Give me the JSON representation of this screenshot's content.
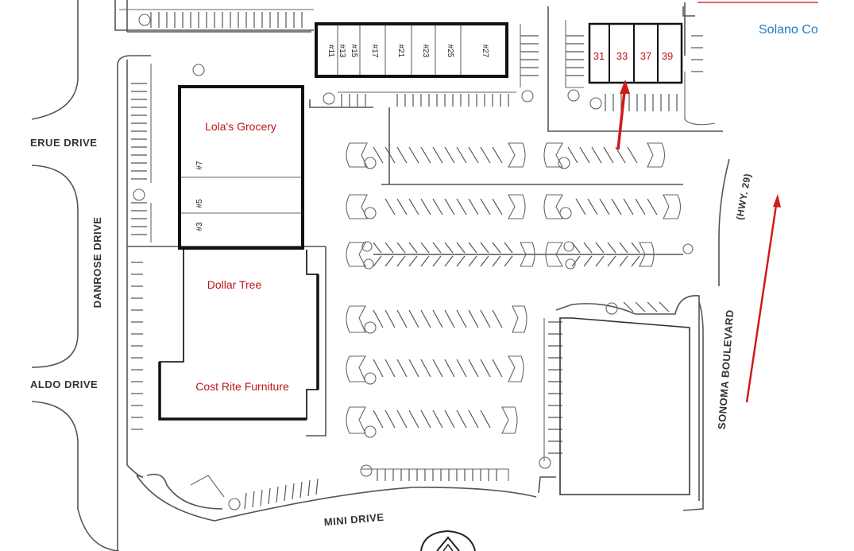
{
  "map": {
    "county_label": "Solano Co",
    "streets": {
      "left_vertical": "DANROSE DRIVE",
      "left_top": "ERUE DRIVE",
      "left_bottom": "ALDO DRIVE",
      "bottom": "MINI DRIVE",
      "right": "SONOMA BOULEVARD",
      "right_highway": "(HWY. 29)"
    },
    "stores": [
      {
        "name": "Lola's Grocery"
      },
      {
        "name": "Dollar Tree"
      },
      {
        "name": "Cost Rite Furniture"
      }
    ],
    "left_building_units": [
      "#7",
      "#5",
      "#3"
    ],
    "top_building_units": [
      "#11",
      "#13",
      "#15",
      "#17",
      "#21",
      "#23",
      "#25",
      "#27"
    ],
    "highlighted_suites": [
      "31",
      "33",
      "37",
      "39"
    ],
    "accent_color": "#c0141b",
    "county_color": "#1f7cc4"
  }
}
